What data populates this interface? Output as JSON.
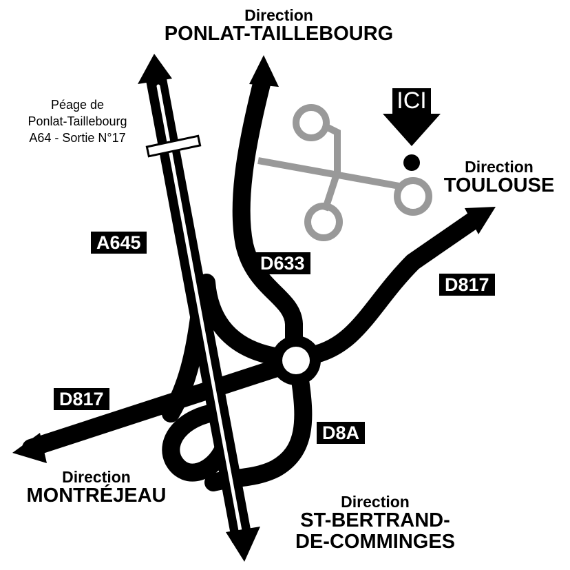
{
  "directions": {
    "north": {
      "prefix": "Direction",
      "city": "PONLAT-TAILLEBOURG"
    },
    "east": {
      "prefix": "Direction",
      "city": "TOULOUSE"
    },
    "west": {
      "prefix": "Direction",
      "city": "MONTRÉJEAU"
    },
    "south": {
      "prefix": "Direction",
      "city_line1": "ST-BERTRAND-",
      "city_line2": "DE-COMMINGES"
    }
  },
  "toll": {
    "line1": "Péage de",
    "line2": "Ponlat-Taillebourg",
    "line3": "A64 - Sortie N°17"
  },
  "roads": {
    "a645": "A645",
    "d633": "D633",
    "d817_east": "D817",
    "d817_west": "D817",
    "d8a": "D8A"
  },
  "marker": {
    "label": "ICI"
  },
  "colors": {
    "road": "#000000",
    "local": "#999999",
    "background": "#ffffff"
  }
}
